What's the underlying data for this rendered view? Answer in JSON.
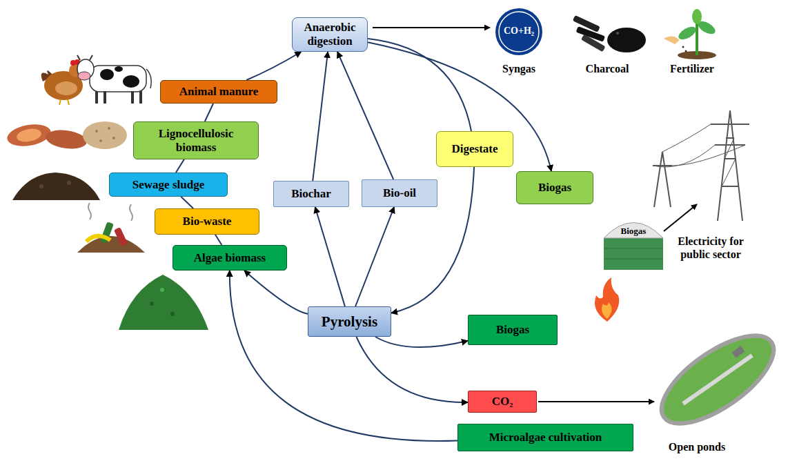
{
  "diagram": {
    "nodes": [
      {
        "text": [
          "Anaerobic digestion"
        ]
      },
      {
        "text": [
          "Animal manure"
        ]
      },
      {
        "text": [
          "Lignocellulosic biomass"
        ]
      },
      {
        "text": [
          "Sewage sludge"
        ]
      },
      {
        "text": [
          "Bio-waste"
        ]
      },
      {
        "text": [
          "Algae biomass"
        ]
      },
      {
        "text": [
          "Biochar"
        ]
      },
      {
        "text": [
          "Bio-oil"
        ]
      },
      {
        "text": [
          "Digestate"
        ]
      },
      {
        "text": [
          "Biogas"
        ]
      },
      {
        "text": [
          "Pyrolysis"
        ]
      },
      {
        "text": [
          "Biogas"
        ]
      },
      {
        "text": [
          "CO₂"
        ]
      },
      {
        "text": [
          "Microalgae cultivation"
        ]
      }
    ],
    "edges": [
      {
        "from": 1,
        "to": 0,
        "arrow": "to"
      },
      {
        "from": 6,
        "to": 0,
        "arrow": "to"
      },
      {
        "from": 7,
        "to": 0,
        "arrow": "to"
      },
      {
        "from": 10,
        "to": 6,
        "arrow": "to"
      },
      {
        "from": 10,
        "to": 7,
        "arrow": "to"
      },
      {
        "from": 0,
        "to": 8,
        "arrow": "none"
      },
      {
        "from": 8,
        "to": 10,
        "arrow": "to"
      },
      {
        "from": 0,
        "to": 9,
        "arrow": "to"
      },
      {
        "from": 10,
        "to": 5,
        "arrow": "to"
      },
      {
        "from": 10,
        "to": 11,
        "arrow": "to"
      },
      {
        "from": 10,
        "to": 12,
        "arrow": "to"
      },
      {
        "from": 13,
        "to": 5,
        "arrow": "to"
      },
      {
        "from": 5,
        "to": 4,
        "arrow": "none"
      },
      {
        "from": 4,
        "to": 3,
        "arrow": "none"
      },
      {
        "from": 3,
        "to": 2,
        "arrow": "none"
      },
      {
        "from": 2,
        "to": 1,
        "arrow": "none"
      }
    ],
    "labels": [
      "CO+H₂",
      "Syngas",
      "Charcoal",
      "Fertilizer",
      "Biogas",
      "Electricity for public sector",
      "Open ponds"
    ]
  }
}
